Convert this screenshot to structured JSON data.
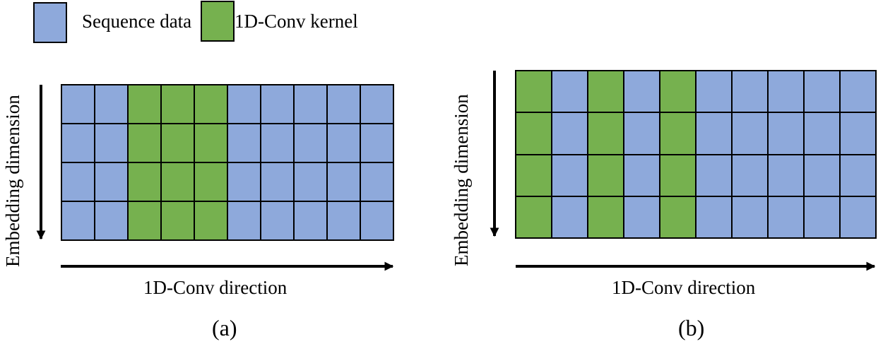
{
  "legend": {
    "items": [
      {
        "label": "Sequence data",
        "color": "#8ea9db"
      },
      {
        "label": "1D-Conv kernel",
        "color": "#76b14f"
      }
    ]
  },
  "panels": [
    {
      "id": "a",
      "caption": "(a)",
      "x_axis_label": "1D-Conv direction",
      "y_axis_label": "Embedding dimension",
      "rows": 4,
      "cols": 10,
      "kernel_columns": [
        2,
        3,
        4
      ]
    },
    {
      "id": "b",
      "caption": "(b)",
      "x_axis_label": "1D-Conv direction",
      "y_axis_label": "Embedding dimension",
      "rows": 4,
      "cols": 10,
      "kernel_columns": [
        0,
        2,
        4
      ]
    }
  ],
  "colors": {
    "sequence": "#8ea9db",
    "kernel": "#76b14f",
    "border": "#000000"
  }
}
